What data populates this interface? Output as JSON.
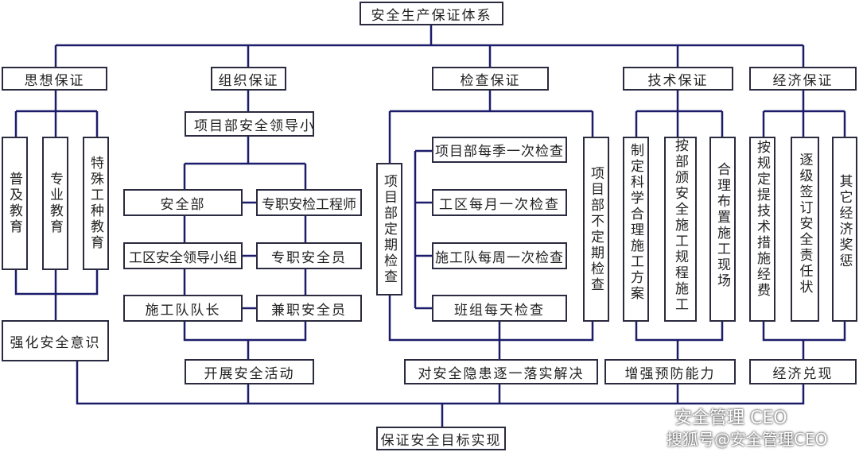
{
  "title": "安全生产保证体系",
  "categories": [
    "思想保证",
    "组织保证",
    "检查保证",
    "技术保证",
    "经济保证"
  ],
  "thought": {
    "items": [
      "普及教育",
      "专业教育",
      "特殊工种教育"
    ],
    "result": "强化安全意识"
  },
  "org": {
    "top": "项目部安全领导小组",
    "left": [
      "安全部",
      "工区安全领导小组",
      "施工队队长"
    ],
    "right": [
      "专职安检工程师",
      "专职安全员",
      "兼职安全员"
    ],
    "result": "开展安全活动"
  },
  "check": {
    "periodic": "项目部定期检查",
    "items": [
      "项目部每季一次检查",
      "工区每月一次检查",
      "施工队每周一次检查",
      "班组每天检查"
    ],
    "irregular": "项目部不定期检查",
    "result": "对安全隐患逐一落实解决"
  },
  "tech": {
    "items": [
      "制定科学合理施工方案",
      "按部颁安全施工规程施工",
      "合理布置施工现场"
    ],
    "result": "增强预防能力"
  },
  "econ": {
    "items": [
      "按规定提技术措施经费",
      "逐级签订安全责任状",
      "其它经济奖惩"
    ],
    "result": "经济兑现"
  },
  "goal": "保证安全目标实现",
  "watermark": {
    "wechat": "安全管理 CEO",
    "sohu": "搜狐号@安全管理CEO"
  },
  "colors": {
    "line": "#1c1c6a",
    "border": "#2a2a40"
  }
}
